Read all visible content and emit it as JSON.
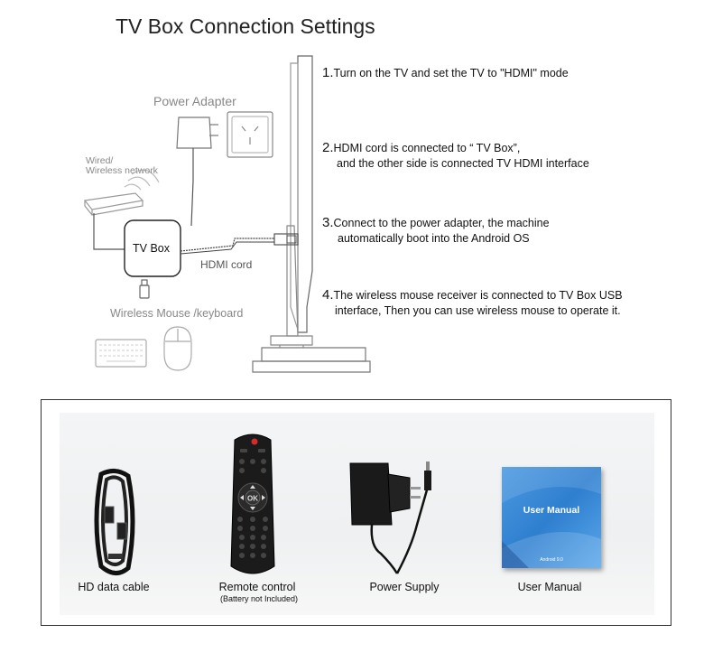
{
  "title": "TV Box Connection Settings",
  "steps": [
    {
      "number": "1.",
      "lines": [
        "Turn on the TV and set the TV to \"HDMI\" mode"
      ]
    },
    {
      "number": "2.",
      "lines": [
        "HDMI cord is connected to “ TV Box”,",
        "and the other side is connected TV HDMI interface"
      ]
    },
    {
      "number": "3.",
      "lines": [
        "Connect to the power adapter, the machine",
        "automatically boot into the Android OS"
      ]
    },
    {
      "number": "4.",
      "lines": [
        "The wireless mouse receiver is connected to TV  Box USB",
        "interface, Then you can use wireless mouse to operate it."
      ]
    }
  ],
  "diagram_labels": {
    "power_adapter": "Power Adapter",
    "network_line1": "Wired/",
    "network_line2": "Wireless network",
    "tv_box": "TV Box",
    "hdmi_cord": "HDMI cord",
    "wireless_mouse": "Wireless Mouse /keyboard"
  },
  "accessories": [
    {
      "label": "HD data cable",
      "sub": ""
    },
    {
      "label": "Remote control",
      "sub": "(Battery not Included)"
    },
    {
      "label": "Power Supply",
      "sub": ""
    },
    {
      "label": "User Manual",
      "sub": ""
    }
  ],
  "manual_cover": {
    "title": "User Manual",
    "subtitle": "Android 9.0"
  },
  "remote_ok": "OK",
  "colors": {
    "line": "#555555",
    "manual_blue": "#3a8ad8",
    "border": "#333333"
  }
}
